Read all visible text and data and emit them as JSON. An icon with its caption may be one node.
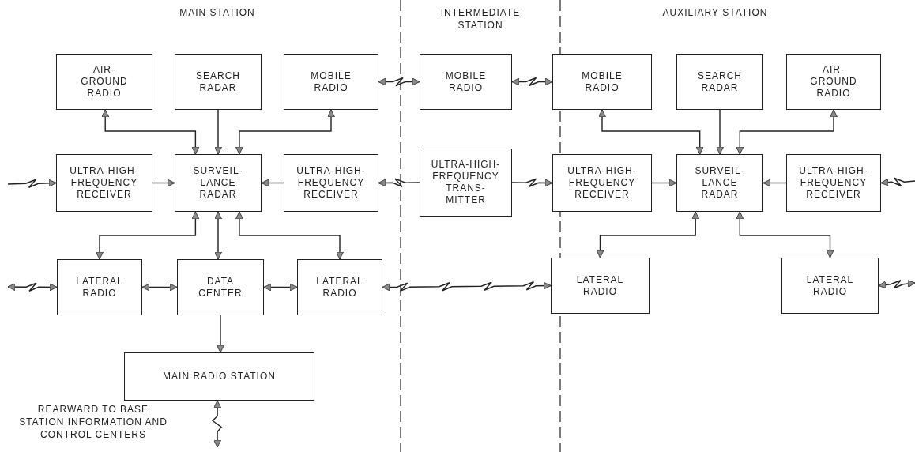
{
  "diagram": {
    "nodes": [
      {
        "text": [
          "AIR- GROUND RADIO"
        ]
      },
      {
        "text": [
          "SEARCH RADAR"
        ]
      },
      {
        "text": [
          "MOBILE RADIO"
        ]
      },
      {
        "text": [
          "MOBILE RADIO"
        ]
      },
      {
        "text": [
          "MOBILE RADIO"
        ]
      },
      {
        "text": [
          "SEARCH RADAR"
        ]
      },
      {
        "text": [
          "AIR- GROUND RADIO"
        ]
      },
      {
        "text": [
          "ULTRA-HIGH- FREQUENCY RECEIVER"
        ]
      },
      {
        "text": [
          "SURVEIL- LANCE RADAR"
        ]
      },
      {
        "text": [
          "ULTRA-HIGH- FREQUENCY RECEIVER"
        ]
      },
      {
        "text": [
          "ULTRA-HIGH- FREQUENCY TRANS- MITTER"
        ]
      },
      {
        "text": [
          "ULTRA-HIGH- FREQUENCY RECEIVER"
        ]
      },
      {
        "text": [
          "SURVEIL- LANCE RADAR"
        ]
      },
      {
        "text": [
          "ULTRA-HIGH- FREQUENCY RECEIVER"
        ]
      },
      {
        "text": [
          "LATERAL RADIO"
        ]
      },
      {
        "text": [
          "DATA CENTER"
        ]
      },
      {
        "text": [
          "LATERAL RADIO"
        ]
      },
      {
        "text": [
          "LATERAL RADIO"
        ]
      },
      {
        "text": [
          "LATERAL RADIO"
        ]
      },
      {
        "text": [
          "MAIN RADIO STATION"
        ]
      }
    ],
    "edges": [
      {
        "from": 0,
        "to": 8,
        "arrow": "both"
      },
      {
        "from": 1,
        "to": 8,
        "arrow": "to"
      },
      {
        "from": 2,
        "to": 8,
        "arrow": "both"
      },
      {
        "from": 2,
        "to": 3,
        "arrow": "both"
      },
      {
        "from": 3,
        "to": 4,
        "arrow": "both"
      },
      {
        "from": null,
        "to": 7,
        "arrow": "to"
      },
      {
        "from": 7,
        "to": 8,
        "arrow": "to"
      },
      {
        "from": 9,
        "to": 8,
        "arrow": "to"
      },
      {
        "from": 10,
        "to": 9,
        "arrow": "to"
      },
      {
        "from": 10,
        "to": 11,
        "arrow": "to"
      },
      {
        "from": 11,
        "to": 12,
        "arrow": "to"
      },
      {
        "from": 13,
        "to": 12,
        "arrow": "to"
      },
      {
        "from": null,
        "to": 13,
        "arrow": "to"
      },
      {
        "from": 4,
        "to": 12,
        "arrow": "both"
      },
      {
        "from": 5,
        "to": 12,
        "arrow": "to"
      },
      {
        "from": 6,
        "to": 12,
        "arrow": "both"
      },
      {
        "from": 8,
        "to": 14,
        "arrow": "both"
      },
      {
        "from": 8,
        "to": 15,
        "arrow": "both"
      },
      {
        "from": 8,
        "to": 16,
        "arrow": "both"
      },
      {
        "from": null,
        "to": 14,
        "arrow": "both"
      },
      {
        "from": 14,
        "to": 15,
        "arrow": "both"
      },
      {
        "from": 15,
        "to": 16,
        "arrow": "both"
      },
      {
        "from": 16,
        "to": 17,
        "arrow": "both"
      },
      {
        "from": 15,
        "to": 19,
        "arrow": "to"
      },
      {
        "from": 19,
        "to": null,
        "arrow": "both"
      },
      {
        "from": 12,
        "to": 17,
        "arrow": "both"
      },
      {
        "from": 12,
        "to": 18,
        "arrow": "both"
      },
      {
        "from": 18,
        "to": null,
        "arrow": "both"
      }
    ],
    "labels": [
      "MAIN STATION",
      "INTERMEDIATE STATION",
      "AUXILIARY STATION",
      "REARWARD TO BASE STATION INFORMATION AND CONTROL CENTERS"
    ]
  }
}
